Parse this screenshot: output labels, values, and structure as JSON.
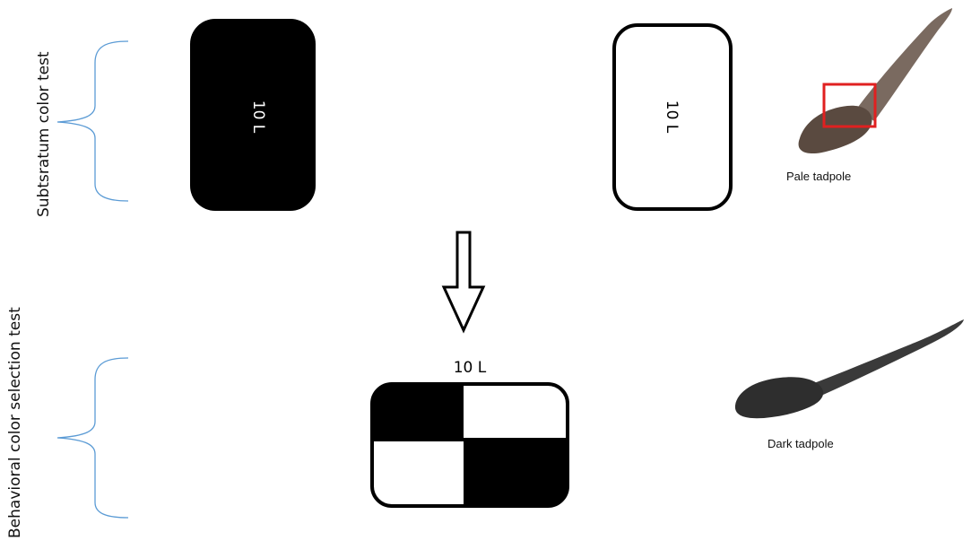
{
  "section_labels": {
    "top": "Subtsratum color test",
    "bottom": "Behavioral color selection test"
  },
  "tanks": {
    "black_tank_label": "10 L",
    "white_tank_label": "10 L",
    "checker_tank_label": "10 L"
  },
  "tadpoles": {
    "pale_caption": "Pale tadpole",
    "dark_caption": "Dark tadpole"
  },
  "colors": {
    "brace": "#5b9bd5",
    "highlight_box": "#e02020",
    "pale_tadpole": "#5a4a40",
    "dark_tadpole": "#2e2e2e"
  }
}
